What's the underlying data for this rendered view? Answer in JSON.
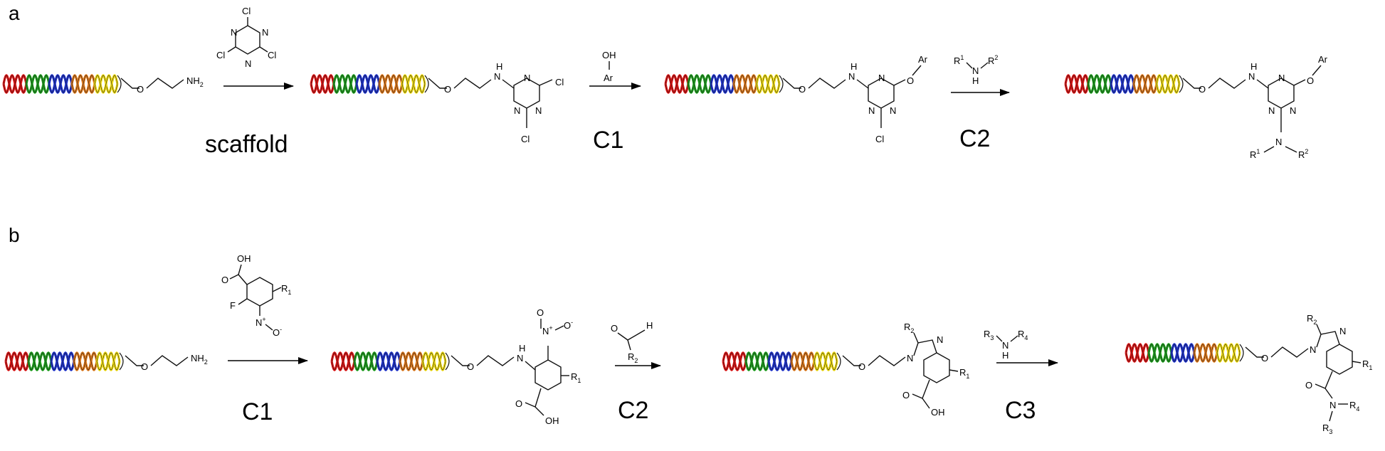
{
  "panels": {
    "a": {
      "label": "a",
      "steps": [
        "scaffold",
        "C1",
        "C2"
      ],
      "reagents": {
        "trichlorotriazine": {
          "Cl": "Cl",
          "N": "N"
        },
        "phenol": {
          "OH": "OH",
          "Ar": "Ar"
        },
        "amine": {
          "R1": "R",
          "R1_sup": "1",
          "N": "N",
          "H": "H",
          "R2": "R",
          "R2_sup": "2"
        }
      },
      "atoms": {
        "O": "O",
        "NH2": "NH",
        "NH2_sub": "2",
        "N": "N",
        "H": "H",
        "Cl": "Cl",
        "Ar": "Ar",
        "R": "R",
        "sup1": "1",
        "sup2": "2"
      }
    },
    "b": {
      "label": "b",
      "steps": [
        "C1",
        "C2",
        "C3"
      ],
      "reagents": {
        "fluoronitrobenzoic_acid": {
          "OH": "OH",
          "O": "O",
          "F": "F",
          "R1": "R",
          "R1_sub": "1",
          "N_plus": "N",
          "plus": "+",
          "O_minus": "O",
          "minus": "-"
        },
        "aldehyde": {
          "O": "O",
          "H": "H",
          "R2": "R",
          "R2_sub": "2"
        },
        "amine": {
          "R3": "R",
          "R3_sub": "3",
          "N": "N",
          "H": "H",
          "R4": "R",
          "R4_sub": "4"
        }
      },
      "atoms": {
        "O": "O",
        "NH2": "NH",
        "NH2_sub": "2",
        "N": "N",
        "H": "H",
        "OH": "OH",
        "R": "R",
        "sub1": "1",
        "sub2": "2",
        "sub3": "3",
        "sub4": "4",
        "plus": "+",
        "minus": "-"
      }
    }
  },
  "colors": {
    "dna_strands": [
      "#e01010",
      "#1aa01a",
      "#1a2fd0",
      "#e07818",
      "#f0dc10"
    ],
    "bond": "#111111"
  }
}
